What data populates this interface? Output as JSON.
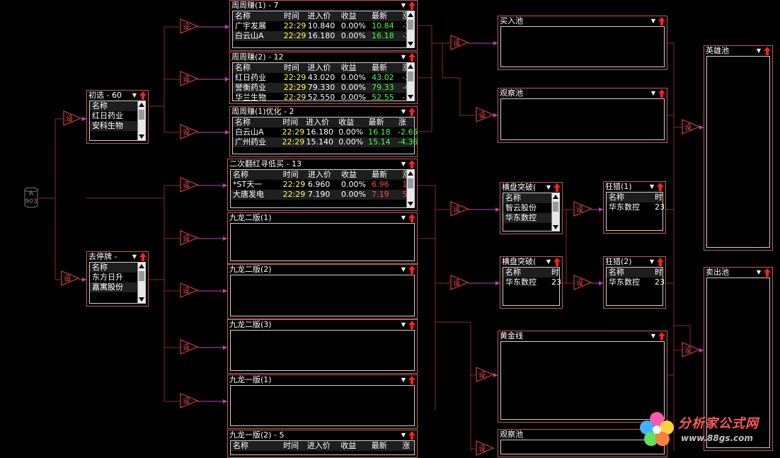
{
  "node_label": "设",
  "db": {
    "top": "A",
    "bottom": "903"
  },
  "col_headers": [
    "名称",
    "时间",
    "进入价",
    "收益",
    "最新",
    "涨"
  ],
  "panels": {
    "p_chuxuan": {
      "title": "初选 - 60",
      "cols": [
        "名称"
      ],
      "rows": [
        [
          "红日药业"
        ],
        [
          "安科生物"
        ]
      ]
    },
    "p_quting": {
      "title": "去停牌 -",
      "cols": [
        "名称"
      ],
      "rows": [
        [
          "东方日升"
        ],
        [
          "嘉寓股份"
        ]
      ]
    },
    "p_zz1": {
      "title": "周周赚(1) - 7",
      "rows": [
        [
          "广宇发展",
          "22:29",
          "10.840",
          "0.00%",
          "10.84",
          "-2."
        ],
        [
          "白云山A",
          "22:29",
          "16.180",
          "0.00%",
          "16.18",
          "-2."
        ]
      ]
    },
    "p_zz2": {
      "title": "周周赚(2) - 12",
      "rows": [
        [
          "红日药业",
          "22:29",
          "43.020",
          "0.00%",
          "43.02",
          "-2"
        ],
        [
          "誉衡药业",
          "22:29",
          "79.330",
          "0.00%",
          "79.33",
          "-0"
        ],
        [
          "华兰生物",
          "22:29",
          "52.550",
          "0.00%",
          "52.55",
          "-1"
        ]
      ]
    },
    "p_zz1y": {
      "title": "周周赚(1)优化 - 2",
      "rows": [
        [
          "白云山A",
          "22:29",
          "16.180",
          "0.00%",
          "16.18",
          "-2.65"
        ],
        [
          "广州药业",
          "22:29",
          "15.140",
          "0.00%",
          "15.14",
          "-4.36"
        ]
      ]
    },
    "p_ecf": {
      "title": "二次翻红寻低买 - 13",
      "rows": [
        [
          "*ST天一",
          "22:29",
          "6.960",
          "0.00%",
          "6.96",
          "1."
        ],
        [
          "大唐发电",
          "22:29",
          "7.190",
          "0.00%",
          "7.19",
          "5."
        ]
      ]
    },
    "p_jl2_1": {
      "title": "九龙二版(1)"
    },
    "p_jl2_2": {
      "title": "九龙二版(2)"
    },
    "p_jl2_3": {
      "title": "九龙二版(3)"
    },
    "p_jl1_1": {
      "title": "九龙一版(1)"
    },
    "p_jl1_2": {
      "title": "九龙一版(2) - 5",
      "cols": [
        "名称",
        "时间",
        "进入价",
        "收益",
        "最新",
        "涨"
      ]
    },
    "p_mairu": {
      "title": "买入池"
    },
    "p_guancha": {
      "title": "观察池"
    },
    "p_hengpan1": {
      "title": "横盘突破(",
      "cols": [
        "名称"
      ],
      "rows": [
        [
          "智云股份"
        ],
        [
          "华东数控"
        ]
      ]
    },
    "p_hengpan2": {
      "title": "横盘突破(",
      "cols": [
        "名称",
        "时"
      ],
      "rows": [
        [
          "华东数控",
          "23"
        ]
      ]
    },
    "p_kuanglie1": {
      "title": "狂猎(1)",
      "cols": [
        "名称",
        "时"
      ],
      "rows": [
        [
          "华东数控",
          "23"
        ]
      ]
    },
    "p_kuanglie2": {
      "title": "狂猎(2)",
      "cols": [
        "名称",
        "时"
      ],
      "rows": [
        [
          "华东数控",
          "23"
        ]
      ]
    },
    "p_huangjin": {
      "title": "黄金线"
    },
    "p_guancha2": {
      "title": "观察池"
    },
    "p_yingxiong": {
      "title": "英雄池"
    },
    "p_maichu": {
      "title": "卖出池"
    }
  },
  "watermark": {
    "title": "分析家公式网",
    "url": "www.88gs.com"
  },
  "colors": {
    "border": "#c25a5a",
    "wire": "#8a2a2a",
    "arrow": "#c040c0",
    "up": "#ff2020",
    "yellow": "#ffff44",
    "green": "#44ff44",
    "red": "#ff4444"
  }
}
